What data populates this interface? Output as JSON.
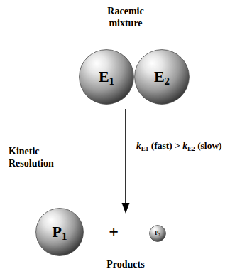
{
  "diagram": {
    "nodes": [
      {
        "text": [
          "E1"
        ]
      },
      {
        "text": [
          "E2"
        ]
      },
      {
        "text": [
          "P1"
        ]
      },
      {
        "text": [
          "P2"
        ]
      }
    ],
    "labels": [
      "Racemic mixture",
      "Kinetic Resolution",
      "kE1 (fast) > kE2 (slow)",
      "+",
      "Products"
    ]
  }
}
